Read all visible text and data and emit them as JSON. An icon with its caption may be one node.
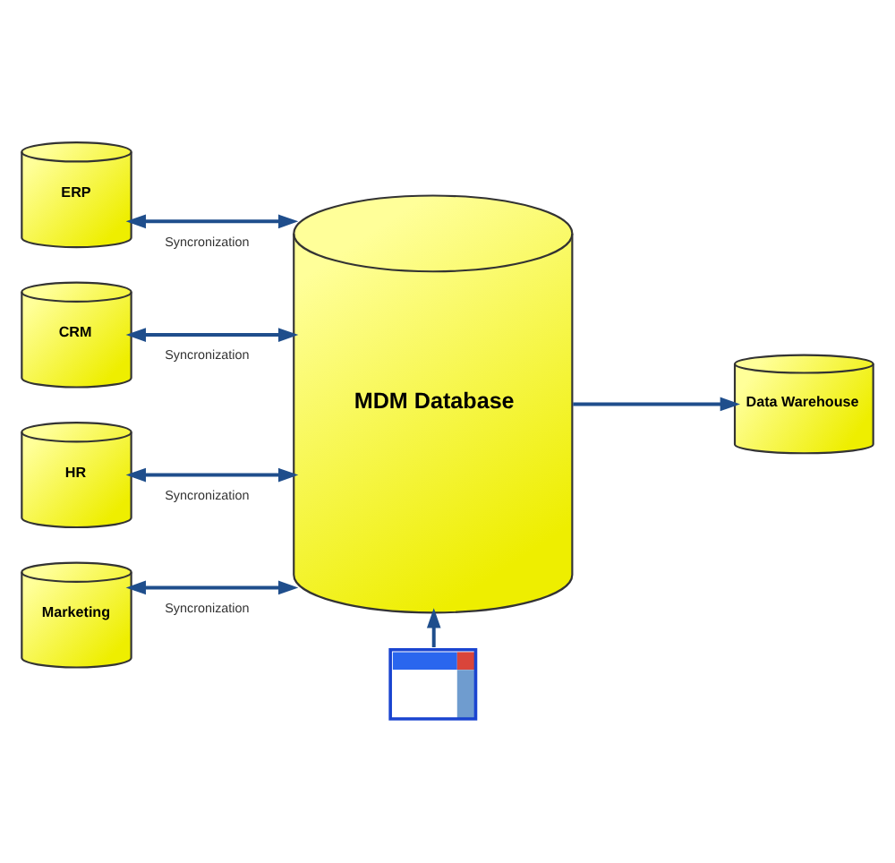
{
  "diagram": {
    "nodes": [
      {
        "text": [
          "ERP"
        ]
      },
      {
        "text": [
          "CRM"
        ]
      },
      {
        "text": [
          "HR"
        ]
      },
      {
        "text": [
          "Marketing"
        ]
      },
      {
        "text": [
          "MDM Database"
        ]
      },
      {
        "text": [
          "Data Warehouse"
        ]
      },
      {
        "text": [],
        "shape": "picture"
      }
    ],
    "edges": [
      {
        "from": 0,
        "to": 4,
        "arrow": "both",
        "label": "Syncronization"
      },
      {
        "from": 1,
        "to": 4,
        "arrow": "both",
        "label": "Syncronization"
      },
      {
        "from": 2,
        "to": 4,
        "arrow": "both",
        "label": "Syncronization"
      },
      {
        "from": 3,
        "to": 4,
        "arrow": "both",
        "label": "Syncronization"
      },
      {
        "from": 4,
        "to": 5,
        "arrow": "to"
      },
      {
        "from": 6,
        "to": 4,
        "arrow": "to"
      }
    ]
  }
}
